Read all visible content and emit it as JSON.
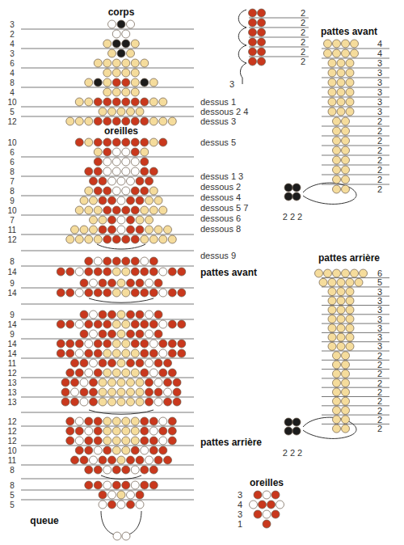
{
  "diagram": {
    "labels": [
      "corps",
      "3",
      "2",
      "4",
      "3",
      "6",
      "4",
      "8",
      "4",
      "10",
      "5",
      "12",
      "dessus 1",
      "dessous 2 4",
      "dessus 3",
      "oreilles",
      "10",
      "6",
      "6",
      "8",
      "7",
      "8",
      "9",
      "10",
      "7",
      "11",
      "12",
      "dessus 5",
      "dessus 1 3",
      "dessous 2",
      "dessous 4",
      "dessous 5 7",
      "dessous 6",
      "dessous 8",
      "8",
      "14",
      "9",
      "14",
      "dessus 9",
      "pattes avant",
      "9",
      "14",
      "9",
      "14",
      "14",
      "11",
      "12",
      "13",
      "13",
      "13",
      "12",
      "12",
      "12",
      "10",
      "11",
      "8",
      "pattes arrière",
      "8",
      "5",
      "5",
      "queue",
      "2",
      "2",
      "2",
      "2",
      "2",
      "2",
      "3",
      "pattes avant",
      "4",
      "4",
      "3",
      "3",
      "3",
      "3",
      "3",
      "3",
      "2",
      "2",
      "2",
      "2",
      "2",
      "2",
      "2",
      "2",
      "2 2 2",
      "pattes arrière",
      "6",
      "5",
      "3",
      "3",
      "3",
      "3",
      "3",
      "3",
      "3",
      "2",
      "2",
      "2",
      "2",
      "2",
      "2",
      "2",
      "2",
      "2",
      "2 2 2",
      "oreilles",
      "3",
      "4",
      "3",
      "1"
    ]
  }
}
